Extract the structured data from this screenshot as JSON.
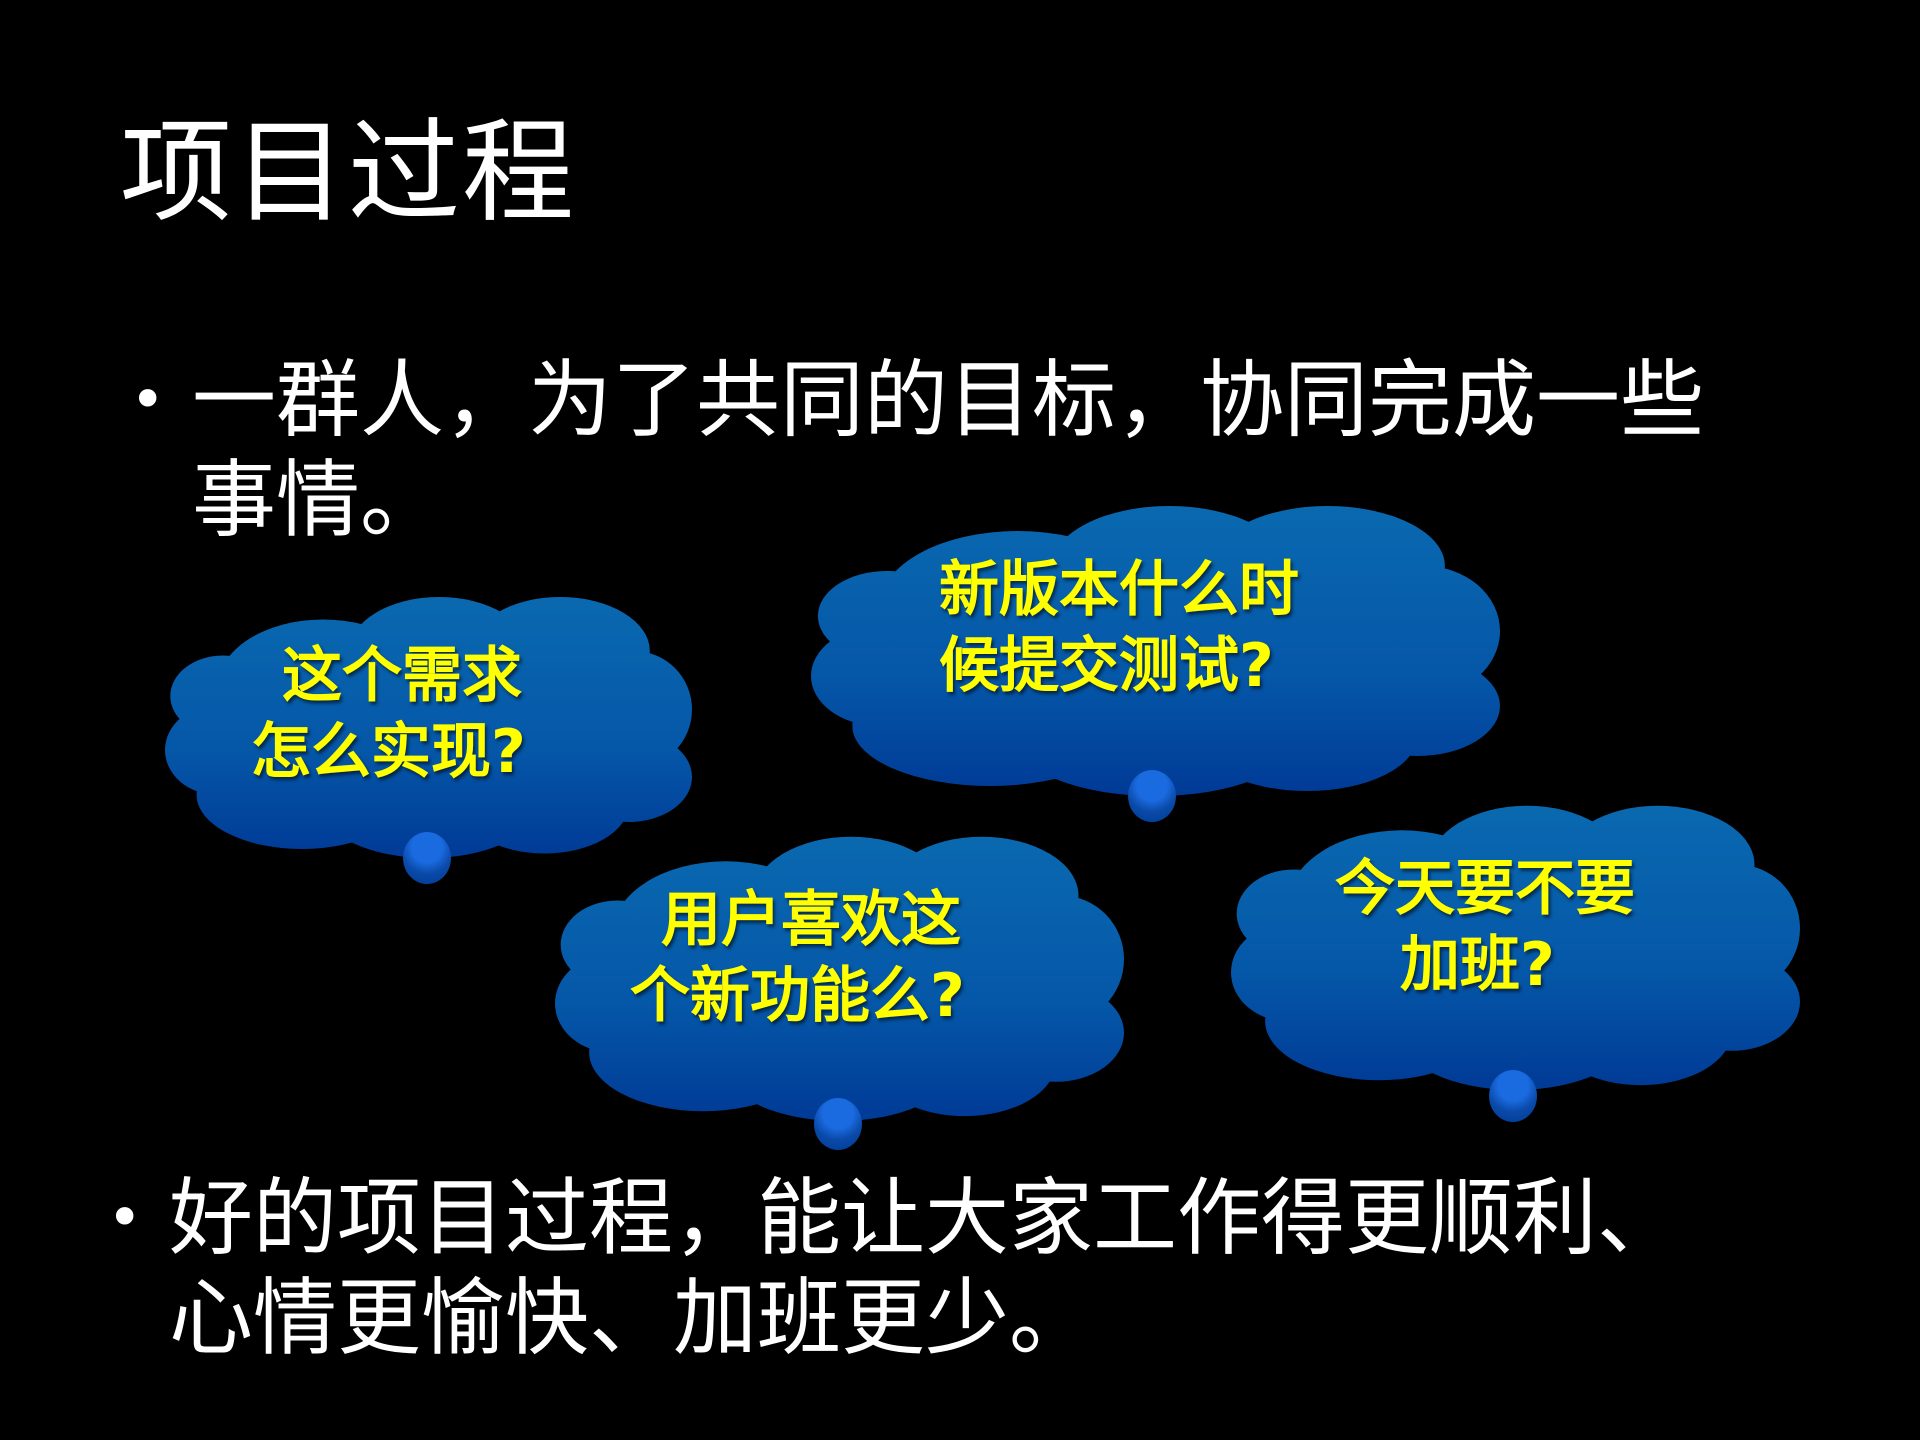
{
  "slide": {
    "title": "项目过程",
    "bullets": [
      {
        "line1": "一群人，为了共同的目标，协同完成一些",
        "line2": "事情。"
      },
      {
        "line1": "好的项目过程，能让大家工作得更顺利、",
        "line2": "心情更愉快、加班更少。"
      }
    ],
    "bullet_symbol": "•",
    "clouds": [
      {
        "line1": "这个需求",
        "line2": "怎么实现?"
      },
      {
        "line1": "新版本什么时",
        "line2": "候提交测试?"
      },
      {
        "line1": "用户喜欢这",
        "line2": "个新功能么?"
      },
      {
        "line1": "今天要不要",
        "line2": "加班?"
      }
    ],
    "colors": {
      "background": "#000000",
      "cloud_top": "#0a6ab0",
      "cloud_bottom": "#003a96",
      "cloud_text": "#ffff00",
      "body_text": "#ffffff"
    }
  }
}
